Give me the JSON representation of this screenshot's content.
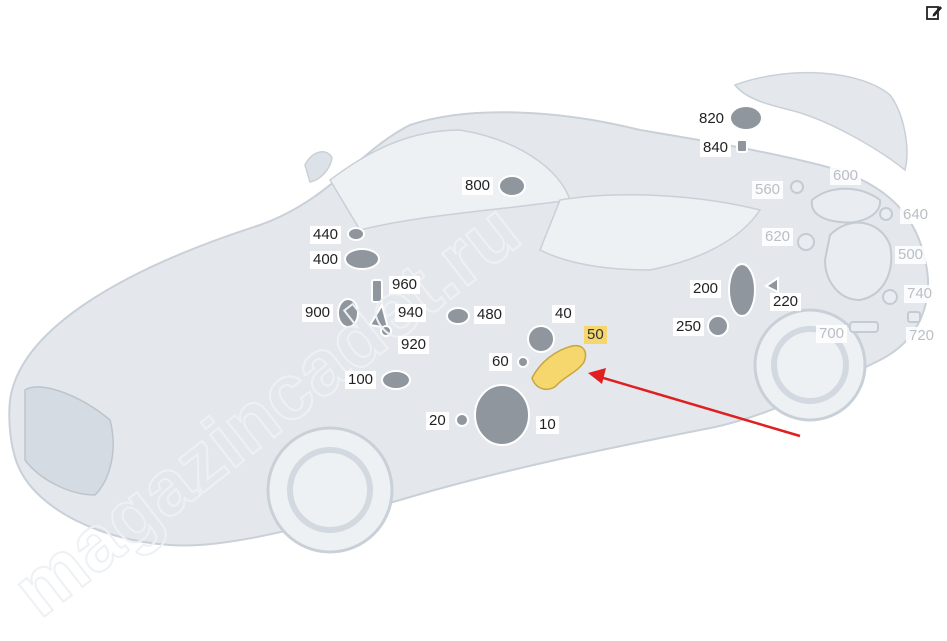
{
  "callouts": [
    {
      "id": "820",
      "label": "820",
      "faded": false
    },
    {
      "id": "840",
      "label": "840",
      "faded": false
    },
    {
      "id": "800",
      "label": "800",
      "faded": false
    },
    {
      "id": "560",
      "label": "560",
      "faded": true
    },
    {
      "id": "600",
      "label": "600",
      "faded": true
    },
    {
      "id": "640",
      "label": "640",
      "faded": true
    },
    {
      "id": "620",
      "label": "620",
      "faded": true
    },
    {
      "id": "500",
      "label": "500",
      "faded": true
    },
    {
      "id": "740",
      "label": "740",
      "faded": true
    },
    {
      "id": "700",
      "label": "700",
      "faded": true
    },
    {
      "id": "720",
      "label": "720",
      "faded": true
    },
    {
      "id": "440",
      "label": "440",
      "faded": false
    },
    {
      "id": "400",
      "label": "400",
      "faded": false
    },
    {
      "id": "960",
      "label": "960",
      "faded": false
    },
    {
      "id": "900",
      "label": "900",
      "faded": false
    },
    {
      "id": "940",
      "label": "940",
      "faded": false
    },
    {
      "id": "920",
      "label": "920",
      "faded": false
    },
    {
      "id": "480",
      "label": "480",
      "faded": false
    },
    {
      "id": "40",
      "label": "40",
      "faded": false
    },
    {
      "id": "50",
      "label": "50",
      "faded": false,
      "highlighted": true
    },
    {
      "id": "60",
      "label": "60",
      "faded": false
    },
    {
      "id": "100",
      "label": "100",
      "faded": false
    },
    {
      "id": "20",
      "label": "20",
      "faded": false
    },
    {
      "id": "10",
      "label": "10",
      "faded": false
    },
    {
      "id": "200",
      "label": "200",
      "faded": false
    },
    {
      "id": "220",
      "label": "220",
      "faded": false
    },
    {
      "id": "250",
      "label": "250",
      "faded": false
    }
  ],
  "watermark": "magazincadet.ru",
  "colors": {
    "car_body": "#e4e8ed",
    "car_outline": "#c9d0d8",
    "part": "#8f969d",
    "highlight": "#f5d76e",
    "arrow": "#e02020"
  },
  "icons": {
    "edit": "edit-icon"
  }
}
